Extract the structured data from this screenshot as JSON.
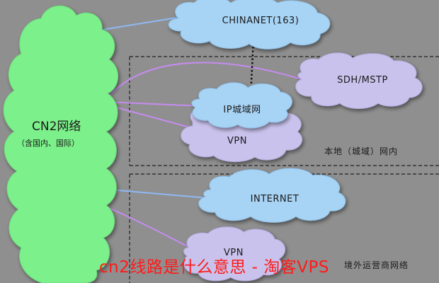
{
  "colors": {
    "background": "#8f8f8f",
    "cn2_cloud": "#7cf08a",
    "blue_cloud": "#a7d3f4",
    "lilac_cloud": "#c9c2ec",
    "link_blue": "#8fb8f2",
    "link_purple": "#c68bf0",
    "watermark": "#ff1a1a"
  },
  "cn2": {
    "title": "CN2网络",
    "subtitle": "（含国内、国际）"
  },
  "clouds": {
    "chinanet": "CHINANET(163)",
    "sdh": "SDH/MSTP",
    "ip_metro": "IP城域网",
    "vpn": "VPN",
    "internet": "INTERNET",
    "bottom_partial": "VPN"
  },
  "regions": {
    "local": "本地（城域）网内",
    "external": "境外运营商网络"
  },
  "watermark": "cn2线路是什么意思 - 淘客VPS"
}
